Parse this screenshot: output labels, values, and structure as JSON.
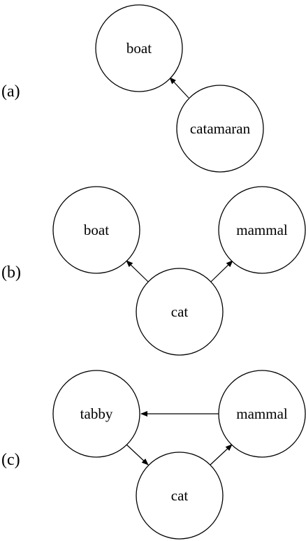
{
  "panels": [
    {
      "label": "(a)",
      "nodes": [
        {
          "id": "boat",
          "text": "boat"
        },
        {
          "id": "catamaran",
          "text": "catamaran"
        }
      ],
      "edges": [
        {
          "from": "catamaran",
          "to": "boat"
        }
      ]
    },
    {
      "label": "(b)",
      "nodes": [
        {
          "id": "boat",
          "text": "boat"
        },
        {
          "id": "mammal",
          "text": "mammal"
        },
        {
          "id": "cat",
          "text": "cat"
        }
      ],
      "edges": [
        {
          "from": "cat",
          "to": "boat"
        },
        {
          "from": "cat",
          "to": "mammal"
        }
      ]
    },
    {
      "label": "(c)",
      "nodes": [
        {
          "id": "tabby",
          "text": "tabby"
        },
        {
          "id": "mammal",
          "text": "mammal"
        },
        {
          "id": "cat",
          "text": "cat"
        }
      ],
      "edges": [
        {
          "from": "mammal",
          "to": "tabby"
        },
        {
          "from": "tabby",
          "to": "cat"
        },
        {
          "from": "cat",
          "to": "mammal"
        }
      ]
    }
  ]
}
